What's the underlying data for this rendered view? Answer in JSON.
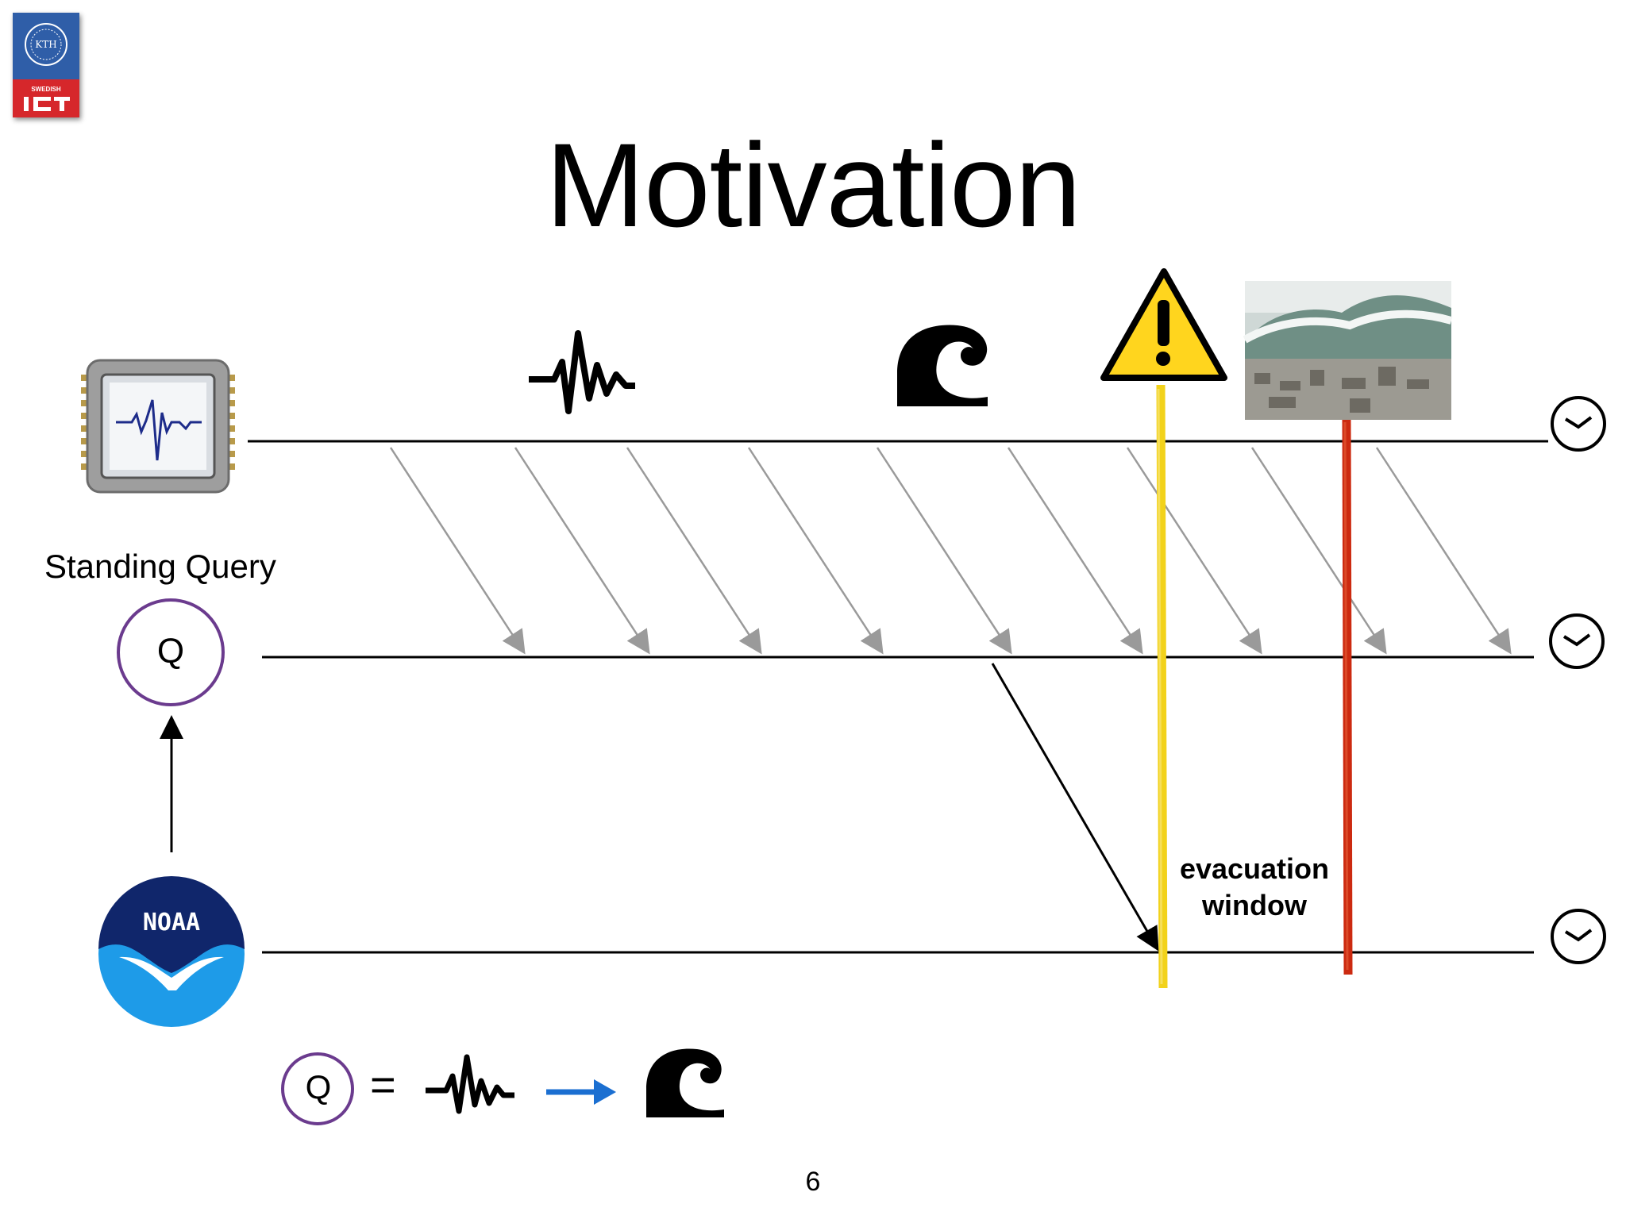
{
  "logo": {
    "institution_text": "KTH",
    "sub_text": "SWEDISH",
    "brand_text": "ICT",
    "colors": {
      "blue": "#2f5ea8",
      "red": "#d6272b"
    }
  },
  "title": "Motivation",
  "lanes": [
    {
      "id": "source",
      "icon": "sensor-chip-icon",
      "end_icon": "clock-icon"
    },
    {
      "id": "query",
      "label": "Standing Query",
      "node_label": "Q",
      "end_icon": "clock-icon"
    },
    {
      "id": "consumer",
      "icon": "noaa-logo-icon",
      "logo_text": "NOAA",
      "end_icon": "clock-icon"
    }
  ],
  "events": [
    {
      "icon": "seismic-wave-icon"
    },
    {
      "icon": "ocean-wave-icon"
    },
    {
      "icon": "warning-sign-icon",
      "marker_color": "#f2d21b"
    },
    {
      "icon": "tsunami-photo",
      "marker_color": "#cc2a10"
    }
  ],
  "evacuation_window": {
    "line1": "evacuation",
    "line2": "window"
  },
  "formula": {
    "lhs": "Q",
    "equals": "=",
    "arrow_color": "#1b6fd1",
    "from_icon": "seismic-wave-icon",
    "to_icon": "ocean-wave-icon"
  },
  "colors": {
    "query_circle": "#6b3b8e",
    "stream_arrows": "#9a9a9a"
  },
  "page_number": "6"
}
